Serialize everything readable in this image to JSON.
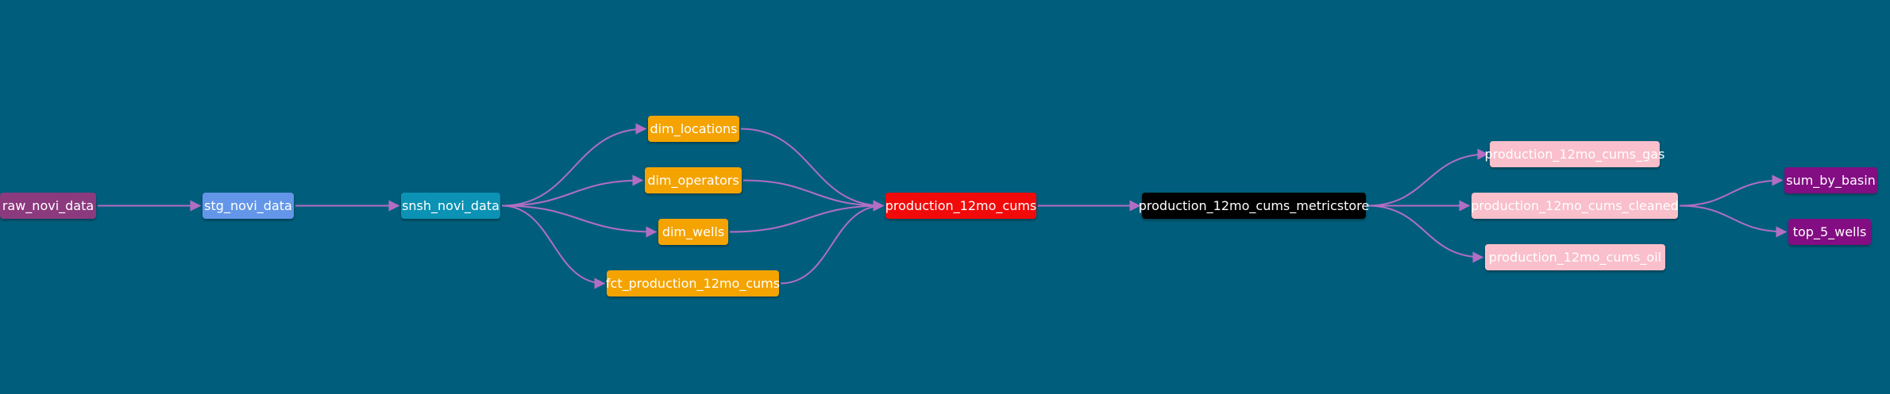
{
  "diagram": {
    "nodes": [
      {
        "id": "raw_novi_data",
        "label": "raw_novi_data",
        "color": "#8b3a7e",
        "text": "#ffffff"
      },
      {
        "id": "stg_novi_data",
        "label": "stg_novi_data",
        "color": "#6396e8",
        "text": "#ffffff"
      },
      {
        "id": "snsh_novi_data",
        "label": "snsh_novi_data",
        "color": "#0b92b4",
        "text": "#ffffff"
      },
      {
        "id": "dim_locations",
        "label": "dim_locations",
        "color": "#f4a300",
        "text": "#ffffff"
      },
      {
        "id": "dim_operators",
        "label": "dim_operators",
        "color": "#f4a300",
        "text": "#ffffff"
      },
      {
        "id": "dim_wells",
        "label": "dim_wells",
        "color": "#f4a300",
        "text": "#ffffff"
      },
      {
        "id": "fct_production_12mo_cums",
        "label": "fct_production_12mo_cums",
        "color": "#f4a300",
        "text": "#ffffff"
      },
      {
        "id": "production_12mo_cums",
        "label": "production_12mo_cums",
        "color": "#f20a0a",
        "text": "#ffffff"
      },
      {
        "id": "production_12mo_cums_metricstore",
        "label": "production_12mo_cums_metricstore",
        "color": "#000000",
        "text": "#ffffff"
      },
      {
        "id": "production_12mo_cums_gas",
        "label": "production_12mo_cums_gas",
        "color": "#f9bfcb",
        "text": "#ffffff"
      },
      {
        "id": "production_12mo_cums_cleaned",
        "label": "production_12mo_cums_cleaned",
        "color": "#f9bfcb",
        "text": "#ffffff"
      },
      {
        "id": "production_12mo_cums_oil",
        "label": "production_12mo_cums_oil",
        "color": "#f9bfcb",
        "text": "#ffffff"
      },
      {
        "id": "sum_by_basin",
        "label": "sum_by_basin",
        "color": "#830d83",
        "text": "#ffffff"
      },
      {
        "id": "top_5_wells",
        "label": "top_5_wells",
        "color": "#830d83",
        "text": "#ffffff"
      }
    ],
    "edges": [
      {
        "from": "raw_novi_data",
        "to": "stg_novi_data"
      },
      {
        "from": "stg_novi_data",
        "to": "snsh_novi_data"
      },
      {
        "from": "snsh_novi_data",
        "to": "dim_locations"
      },
      {
        "from": "snsh_novi_data",
        "to": "dim_operators"
      },
      {
        "from": "snsh_novi_data",
        "to": "dim_wells"
      },
      {
        "from": "snsh_novi_data",
        "to": "fct_production_12mo_cums"
      },
      {
        "from": "dim_locations",
        "to": "production_12mo_cums"
      },
      {
        "from": "dim_operators",
        "to": "production_12mo_cums"
      },
      {
        "from": "dim_wells",
        "to": "production_12mo_cums"
      },
      {
        "from": "fct_production_12mo_cums",
        "to": "production_12mo_cums"
      },
      {
        "from": "production_12mo_cums",
        "to": "production_12mo_cums_metricstore"
      },
      {
        "from": "production_12mo_cums_metricstore",
        "to": "production_12mo_cums_gas"
      },
      {
        "from": "production_12mo_cums_metricstore",
        "to": "production_12mo_cums_cleaned"
      },
      {
        "from": "production_12mo_cums_metricstore",
        "to": "production_12mo_cums_oil"
      },
      {
        "from": "production_12mo_cums_cleaned",
        "to": "sum_by_basin"
      },
      {
        "from": "production_12mo_cums_cleaned",
        "to": "top_5_wells"
      }
    ],
    "colors": {
      "background": "#005e7c",
      "edge": "#b26ec2"
    }
  }
}
